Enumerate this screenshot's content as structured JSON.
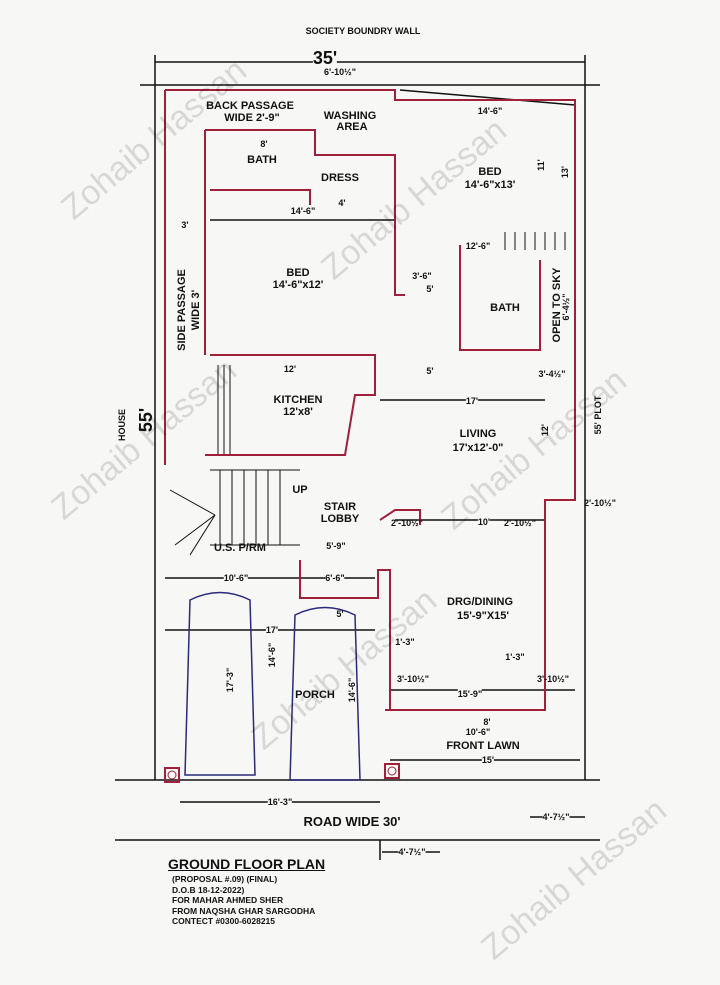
{
  "top_label": "SOCIETY BOUNDRY WALL",
  "plot_width": "35'",
  "plot_length": "55'",
  "plot_length_right": "55' PLOT",
  "left_side_label": "HOUSE",
  "road": "ROAD WIDE 30'",
  "rooms": {
    "back_passage": "BACK PASSAGE",
    "back_passage_size": "WIDE 2'-9\"",
    "washing": "WASHING",
    "washing2": "AREA",
    "bath1": "BATH",
    "dress": "DRESS",
    "bed1": "BED",
    "bed1_size": "14'-6\"x12'",
    "bed2": "BED",
    "bed2_size": "14'-6\"x13'",
    "bath2": "BATH",
    "open_to_sky": "OPEN TO SKY",
    "side_passage": "SIDE PASSAGE",
    "side_passage_size": "WIDE 3'",
    "kitchen": "KITCHEN",
    "kitchen_size": "12'x8'",
    "living": "LIVING",
    "living_size": "17'x12'-0\"",
    "stair_lobby": "STAIR",
    "stair_lobby2": "LOBBY",
    "up": "UP",
    "us_prm": "U.S. P/RM",
    "drg": "DRG/DINING",
    "drg_size": "15'-9\"X15'",
    "porch": "PORCH",
    "front_lawn": "FRONT LAWN"
  },
  "dims": [
    "6'-10½\"",
    "14'-6\"",
    "8'",
    "4'",
    "14'-6\"",
    "3'",
    "12'-6\"",
    "3'-6\"",
    "5'",
    "6'-4½\"",
    "12'",
    "5'",
    "3'-4½\"",
    "17'",
    "12'",
    "2'-10½\"",
    "10'",
    "2'-10½\"",
    "5'-9\"",
    "6'-6\"",
    "10'-6\"",
    "17'",
    "5'",
    "1'-3\"",
    "3'-10½\"",
    "15'-9\"",
    "1'-3\"",
    "3'-10½\"",
    "8'",
    "10'-6\"",
    "15'",
    "16'-3\"",
    "4'-7½\"",
    "4'-7½\"",
    "17'-3\"",
    "14'-6\"",
    "14'-6\"",
    "11'",
    "13'",
    "2'-10½\""
  ],
  "title": "GROUND FLOOR PLAN",
  "info": [
    "(PROPOSAL #.09) (FINAL)",
    "D.O.B 18-12-2022)",
    "FOR MAHAR AHMED SHER",
    "FROM NAQSHA GHAR SARGODHA",
    "CONTECT #0300-6028215"
  ],
  "watermark": "Zohaib Hassan",
  "colors": {
    "wall": "#a0203a",
    "line": "#111111",
    "car": "#2a2a7a"
  }
}
